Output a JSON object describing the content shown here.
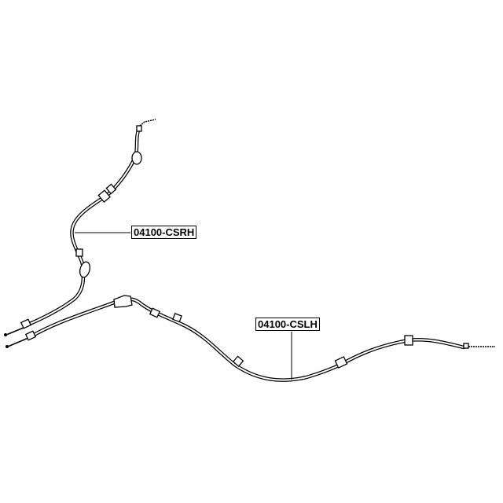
{
  "diagram": {
    "parts": [
      {
        "id": "rh",
        "label": "04100-CSRH"
      },
      {
        "id": "lh",
        "label": "04100-CSLH"
      }
    ]
  }
}
